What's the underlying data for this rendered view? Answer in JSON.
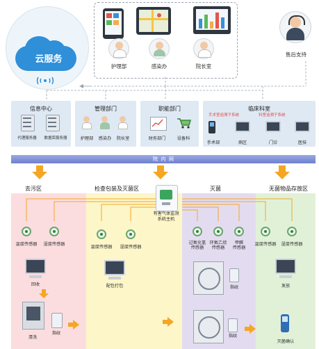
{
  "top": {
    "cloud_label": "云服务",
    "departments": [
      "护理部",
      "感染办",
      "院长室"
    ],
    "support_label": "售后支持"
  },
  "panels": {
    "info_center": {
      "title": "信息中心",
      "items": [
        "代理服务器",
        "数据库服务器"
      ]
    },
    "management": {
      "title": "管理部门",
      "items": [
        "护理部",
        "感染办",
        "院长室"
      ]
    },
    "functional": {
      "title": "职能部门",
      "items": [
        "财务部门",
        "设备科"
      ]
    },
    "clinical": {
      "title": "临床科室",
      "sub_systems": [
        "手术室追溯子系统",
        "科室追溯子系统"
      ],
      "items": [
        "手术部",
        "病区",
        "门诊",
        "医技"
      ]
    }
  },
  "network_label": "院  内  网",
  "zones": {
    "decontam": {
      "title": "去污区",
      "sensors": [
        "温度传感器",
        "湿度传感器"
      ],
      "items": [
        "回收",
        "清洗",
        "指纹"
      ]
    },
    "inspect": {
      "title": "检查包装及灭菌区",
      "sensors": [
        "温度传感器",
        "湿度传感器"
      ],
      "items": [
        "配包打包"
      ]
    },
    "sterile": {
      "title": "灭菌",
      "sensors": [
        "过氧化氢\n传感器",
        "环氧乙烷\n传感器",
        "甲醛\n传感器"
      ],
      "items": [
        "指纹",
        "指纹"
      ]
    },
    "storage": {
      "title": "无菌物品存放区",
      "sensors": [
        "温度传感器",
        "湿度传感器"
      ],
      "items": [
        "发放",
        "灭菌确认"
      ]
    }
  },
  "gas_monitor": {
    "label": "有害气体监测\n系统主机"
  },
  "colors": {
    "decontam": "#fbdde0",
    "inspect": "#fcf6c9",
    "sterile": "#e3dcf0",
    "storage": "#e1f1d8",
    "panel": "#dfe9f4",
    "network": "#7f8fd6",
    "arrow": "#f5a623"
  }
}
